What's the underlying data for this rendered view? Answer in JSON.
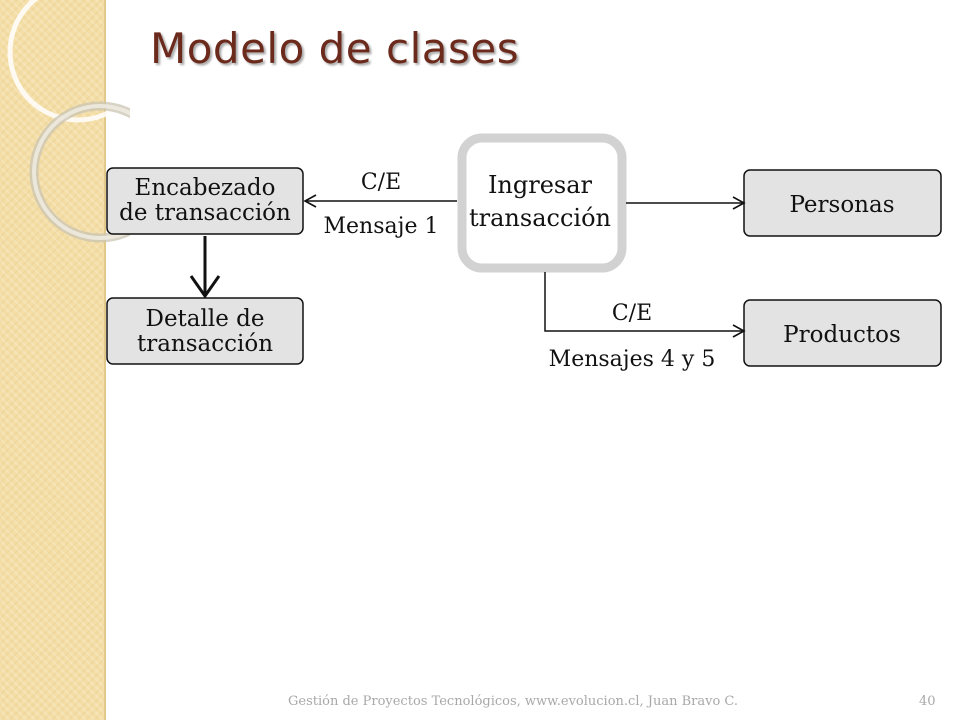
{
  "title": "Modelo de clases",
  "diagram": {
    "nodes": {
      "ingresar": [
        "Ingresar",
        "transacción"
      ],
      "encabezado": [
        "Encabezado",
        "de transacción"
      ],
      "detalle": [
        "Detalle de",
        "transacción"
      ],
      "personas": [
        "Personas"
      ],
      "productos": [
        "Productos"
      ]
    },
    "labels": {
      "ce_top": "C/E",
      "mensaje1": "Mensaje 1",
      "ce_bottom": "C/E",
      "mensajes45": "Mensajes 4 y 5"
    }
  },
  "footer": {
    "text": "Gestión de Proyectos Tecnológicos, www.evolucion.cl, Juan Bravo C.",
    "page": "40"
  }
}
